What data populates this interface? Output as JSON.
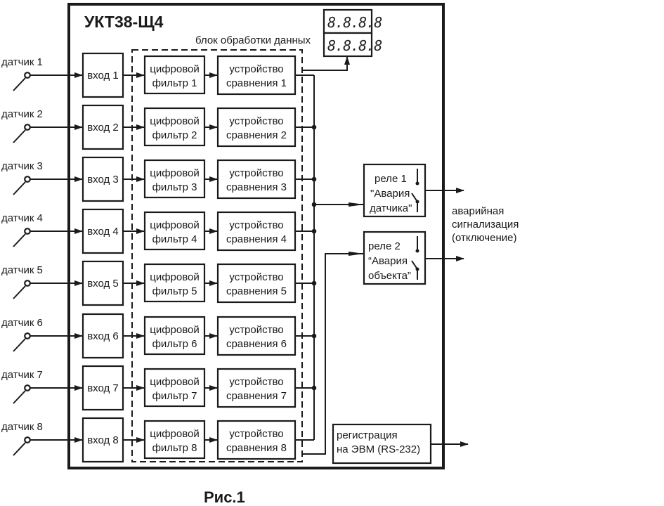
{
  "device": {
    "title": "УКТ38-Щ4",
    "processing_block_label": "блок обработки данных",
    "display": {
      "rows": [
        "8.8.8.8",
        "8.8.8.8"
      ]
    }
  },
  "channels": [
    {
      "sensor": "датчик 1",
      "input": "вход 1",
      "filter": [
        "цифровой",
        "фильтр 1"
      ],
      "comparator": [
        "устройство",
        "сравнения 1"
      ]
    },
    {
      "sensor": "датчик 2",
      "input": "вход 2",
      "filter": [
        "цифровой",
        "фильтр 2"
      ],
      "comparator": [
        "устройство",
        "сравнения 2"
      ]
    },
    {
      "sensor": "датчик 3",
      "input": "вход 3",
      "filter": [
        "цифровой",
        "фильтр 3"
      ],
      "comparator": [
        "устройство",
        "сравнения 3"
      ]
    },
    {
      "sensor": "датчик 4",
      "input": "вход 4",
      "filter": [
        "цифровой",
        "фильтр 4"
      ],
      "comparator": [
        "устройство",
        "сравнения 4"
      ]
    },
    {
      "sensor": "датчик 5",
      "input": "вход 5",
      "filter": [
        "цифровой",
        "фильтр 5"
      ],
      "comparator": [
        "устройство",
        "сравнения 5"
      ]
    },
    {
      "sensor": "датчик 6",
      "input": "вход 6",
      "filter": [
        "цифровой",
        "фильтр 6"
      ],
      "comparator": [
        "устройство",
        "сравнения 6"
      ]
    },
    {
      "sensor": "датчик 7",
      "input": "вход 7",
      "filter": [
        "цифровой",
        "фильтр 7"
      ],
      "comparator": [
        "устройство",
        "сравнения 7"
      ]
    },
    {
      "sensor": "датчик 8",
      "input": "вход 8",
      "filter": [
        "цифровой",
        "фильтр 8"
      ],
      "comparator": [
        "устройство",
        "сравнения 8"
      ]
    }
  ],
  "relays": [
    {
      "lines": [
        "реле 1",
        "\"Авария",
        "датчика\""
      ]
    },
    {
      "lines": [
        "реле 2",
        "“Авария",
        "объекта”"
      ]
    }
  ],
  "outputs": {
    "alarm_label": [
      "аварийная",
      "сигнализация",
      "(отключение)"
    ],
    "registration": [
      "регистрация",
      "на ЭВМ (RS-232)"
    ]
  },
  "caption": "Рис.1"
}
